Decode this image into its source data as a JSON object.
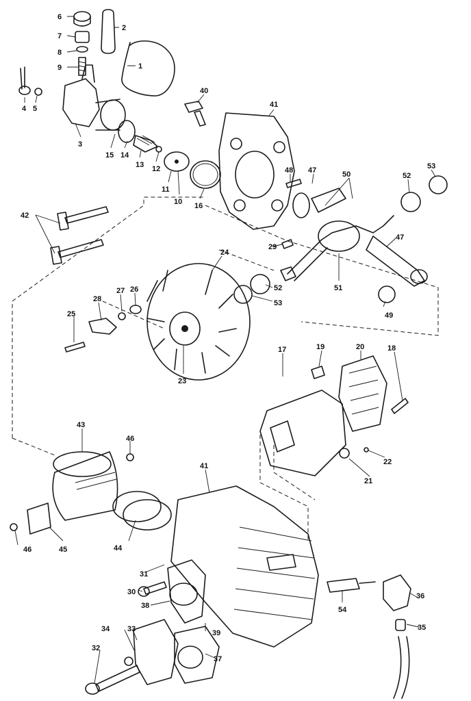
{
  "callouts": {
    "c1": "1",
    "c2": "2",
    "c3": "3",
    "c4": "4",
    "c5": "5",
    "c6": "6",
    "c7": "7",
    "c8": "8",
    "c9": "9",
    "c10": "10",
    "c11": "11",
    "c12": "12",
    "c13": "13",
    "c14": "14",
    "c15": "15",
    "c16": "16",
    "c17": "17",
    "c18": "18",
    "c19": "19",
    "c20": "20",
    "c21": "21",
    "c22": "22",
    "c23": "23",
    "c24": "24",
    "c25": "25",
    "c26": "26",
    "c27": "27",
    "c28": "28",
    "c29": "29",
    "c30": "30",
    "c31": "31",
    "c32": "32",
    "c33": "33",
    "c34": "34",
    "c35": "35",
    "c36": "36",
    "c37": "37",
    "c38": "38",
    "c39": "39",
    "c40": "40",
    "c41a": "41",
    "c41b": "41",
    "c42": "42",
    "c43": "43",
    "c44": "44",
    "c45": "45",
    "c46a": "46",
    "c46b": "46",
    "c47a": "47",
    "c47b": "47",
    "c48": "48",
    "c49": "49",
    "c50": "50",
    "c51": "51",
    "c52a": "52",
    "c52b": "52",
    "c53a": "53",
    "c53b": "53",
    "c54": "54"
  }
}
